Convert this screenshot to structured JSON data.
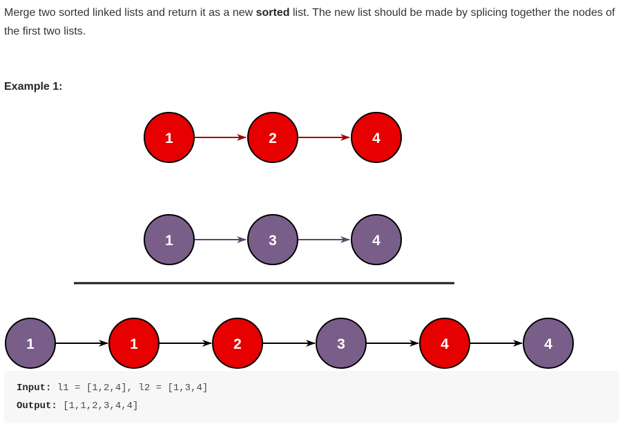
{
  "description": {
    "text_before": "Merge two sorted linked lists and return it as a new ",
    "bold_word": "sorted",
    "text_after": " list. The new list should be made by splicing together the nodes of the first two lists."
  },
  "example": {
    "title": "Example 1:"
  },
  "colors": {
    "red_node": "#e60000",
    "red_arrow": "#a50000",
    "purple_node": "#795e8a",
    "purple_arrow": "#5b4569",
    "black_arrow": "#000000",
    "divider": "#1a1a1a"
  },
  "diagram": {
    "list1": [
      "1",
      "2",
      "4"
    ],
    "list2": [
      "1",
      "3",
      "4"
    ],
    "merged": [
      {
        "label": "1",
        "color": "purple"
      },
      {
        "label": "1",
        "color": "red"
      },
      {
        "label": "2",
        "color": "red"
      },
      {
        "label": "3",
        "color": "purple"
      },
      {
        "label": "4",
        "color": "red"
      },
      {
        "label": "4",
        "color": "purple"
      }
    ]
  },
  "code": {
    "input_key": "Input:",
    "input_value": " l1 = [1,2,4], l2 = [1,3,4]",
    "output_key": "Output:",
    "output_value": " [1,1,2,3,4,4]"
  }
}
